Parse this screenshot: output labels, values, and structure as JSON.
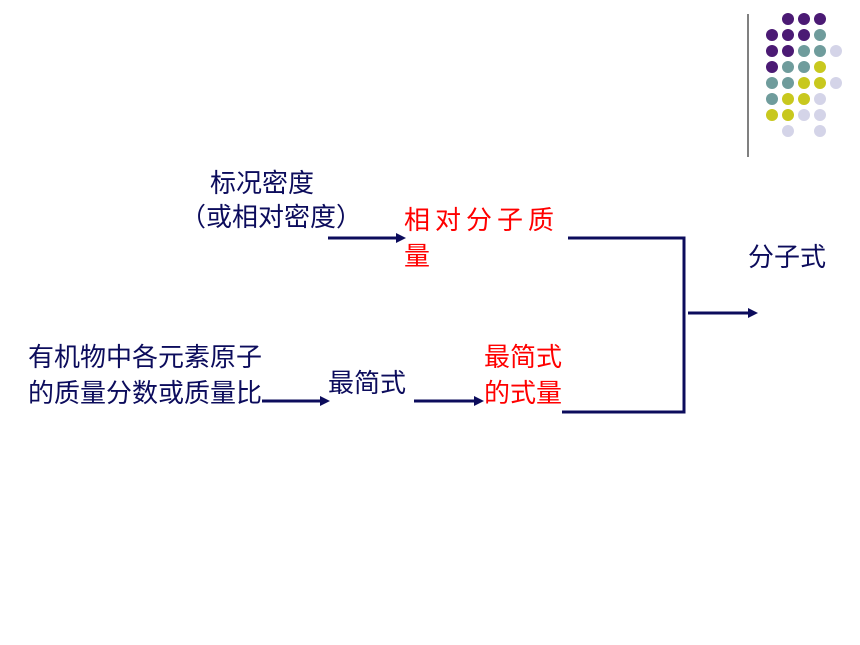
{
  "labels": {
    "density_line1": "标况密度",
    "density_line2": "（或相对密度）",
    "relative_mass": "相对分子质量",
    "composition": "有机物中各元素原子的质量分数或质量比",
    "empirical_formula": "最简式",
    "empirical_mass": "最简式的式量",
    "molecular_formula": "分子式"
  },
  "colors": {
    "arrow": "#0c0c5c",
    "text": "#0c0c5c",
    "highlight": "#ff0000",
    "dot_purple": "#4b1a74",
    "dot_teal": "#6f9c9c",
    "dot_olive": "#c8c81e",
    "dot_lavender": "#d4d4e8",
    "divider": "#808080"
  }
}
